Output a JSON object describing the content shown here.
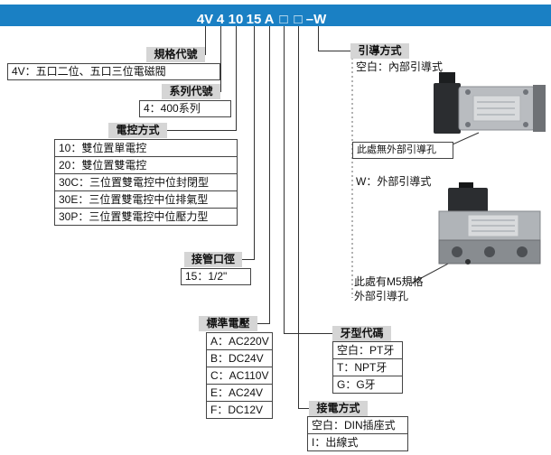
{
  "header": {
    "code_parts": [
      "4V",
      "4",
      "10",
      "15",
      "A",
      "□",
      "□",
      "–W"
    ],
    "bg_color": "#1a80c4"
  },
  "spec": {
    "label": "規格代號",
    "value": "4V：五口二位、五口三位電磁閥"
  },
  "series": {
    "label": "系列代號",
    "value": "4：400系列"
  },
  "control": {
    "label": "電控方式",
    "options": [
      "10：雙位置單電控",
      "20：雙位置雙電控",
      "30C：三位置雙電控中位封閉型",
      "30E：三位置雙電控中位排氣型",
      "30P：三位置雙電控中位壓力型"
    ]
  },
  "port": {
    "label": "接管口徑",
    "value": "15：1/2\""
  },
  "voltage": {
    "label": "標準電壓",
    "options": [
      "A：AC220V",
      "B：DC24V",
      "C：AC110V",
      "E：AC24V",
      "F：DC12V"
    ]
  },
  "pilot": {
    "label": "引導方式",
    "internal": "空白：內部引導式",
    "internal_note": "此處無外部引導孔",
    "external": "W：外部引導式",
    "external_note_line1": "此處有M5規格",
    "external_note_line2": "外部引導孔"
  },
  "thread": {
    "label": "牙型代碼",
    "options": [
      "空白：PT牙",
      "T：NPT牙",
      "G：G牙"
    ]
  },
  "wiring": {
    "label": "接電方式",
    "options": [
      "空白：DIN插座式",
      "I：出線式"
    ]
  }
}
